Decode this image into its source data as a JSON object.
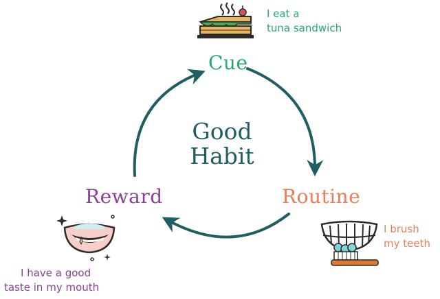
{
  "center": {
    "line1": "Good",
    "line2": "Habit"
  },
  "cue": {
    "label": "Cue",
    "caption_line1": "I eat a",
    "caption_line2": "tuna sandwich"
  },
  "routine": {
    "label": "Routine",
    "caption_line1": "I brush",
    "caption_line2": "my teeth"
  },
  "reward": {
    "label": "Reward",
    "caption_line1": "I have a good",
    "caption_line2": "taste in my mouth"
  },
  "colors": {
    "arrow": "#1f5e61",
    "center_text": "#1f5e61",
    "cue": "#27a86b",
    "routine": "#ee7d57",
    "reward": "#8b3f96",
    "outline": "#2b2b2b",
    "bread": "#e8b45c",
    "lettuce": "#3fae59",
    "tomato": "#d9534f",
    "teal": "#7fd6d9",
    "brush_handle": "#e07a33",
    "lip_pink": "#f6d0c8"
  },
  "icons": {
    "cue": "sandwich-icon",
    "routine": "toothbrush-teeth-icon",
    "reward": "smiling-mouth-icon"
  }
}
